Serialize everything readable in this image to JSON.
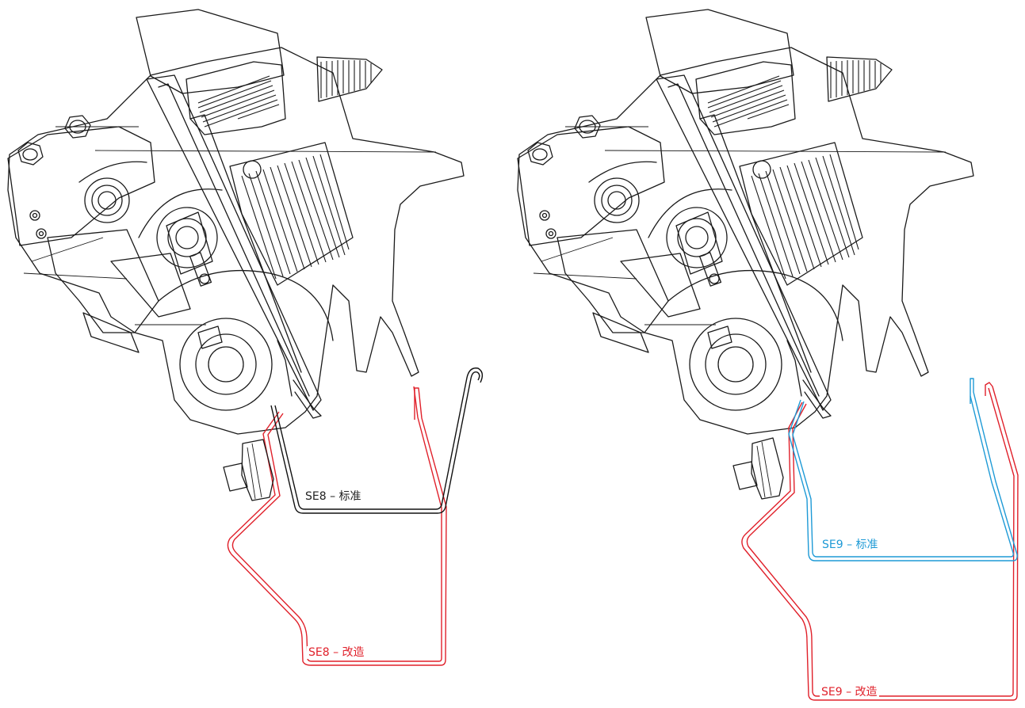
{
  "labels": {
    "se8_standard": "SE8 – 标准",
    "se8_modified": "SE8 – 改造",
    "se9_standard": "SE9 – 标准",
    "se9_modified": "SE9 – 改造"
  },
  "colors": {
    "standard_se8": "#111111",
    "standard_se9": "#1e9ad6",
    "modified": "#e0202a",
    "drawing": "#1a1a1a"
  }
}
